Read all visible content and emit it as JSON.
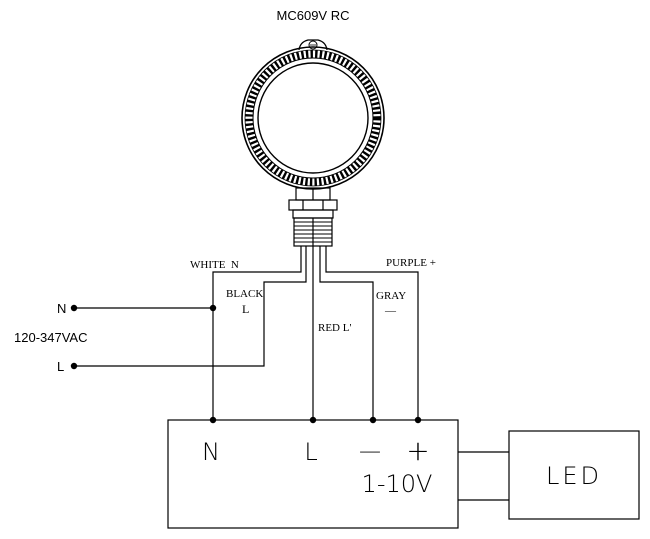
{
  "diagram": {
    "title": "MC609V RC",
    "supply": {
      "n_label": "N",
      "l_label": "L",
      "voltage_label": "120-347VAC"
    },
    "wires": {
      "white": "WHITE  N",
      "black_name": "BLACK",
      "black_sub": "L",
      "red": "RED L'",
      "gray_name": "GRAY",
      "gray_sub": "—",
      "purple": "PURPLE +"
    },
    "driver": {
      "n": "N",
      "l": "L",
      "minus": "—",
      "plus": "+",
      "dimming": "1-10V"
    },
    "load": {
      "label": "LED"
    }
  }
}
